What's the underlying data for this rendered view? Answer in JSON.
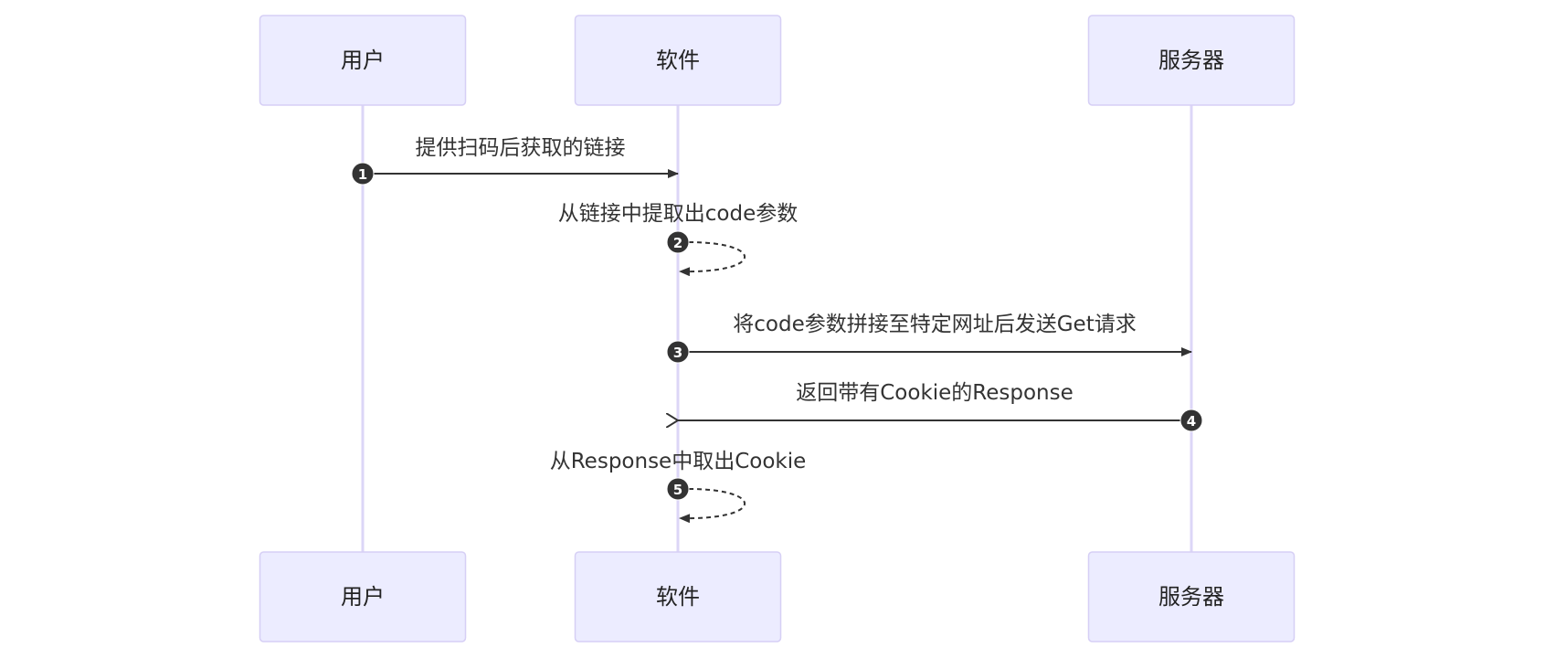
{
  "diagram": {
    "type": "sequence",
    "colors": {
      "actor_fill": "#ECECFF",
      "actor_border": "#D6CFF5",
      "lifeline": "#DCD6F7",
      "message": "#333333",
      "sequence_badge": "#333333"
    },
    "actors": [
      {
        "id": "user",
        "label": "用户"
      },
      {
        "id": "software",
        "label": "软件"
      },
      {
        "id": "server",
        "label": "服务器"
      }
    ],
    "messages": [
      {
        "seq": "1",
        "from": "user",
        "to": "software",
        "label": "提供扫码后获取的链接",
        "style": "solid",
        "arrow": "filled"
      },
      {
        "seq": "2",
        "from": "software",
        "to": "software",
        "label": "从链接中提取出code参数",
        "style": "dashed",
        "arrow": "filled"
      },
      {
        "seq": "3",
        "from": "software",
        "to": "server",
        "label": "将code参数拼接至特定网址后发送Get请求",
        "style": "solid",
        "arrow": "filled"
      },
      {
        "seq": "4",
        "from": "server",
        "to": "software",
        "label": "返回带有Cookie的Response",
        "style": "solid",
        "arrow": "open"
      },
      {
        "seq": "5",
        "from": "software",
        "to": "software",
        "label": "从Response中取出Cookie",
        "style": "dashed",
        "arrow": "filled"
      }
    ]
  }
}
